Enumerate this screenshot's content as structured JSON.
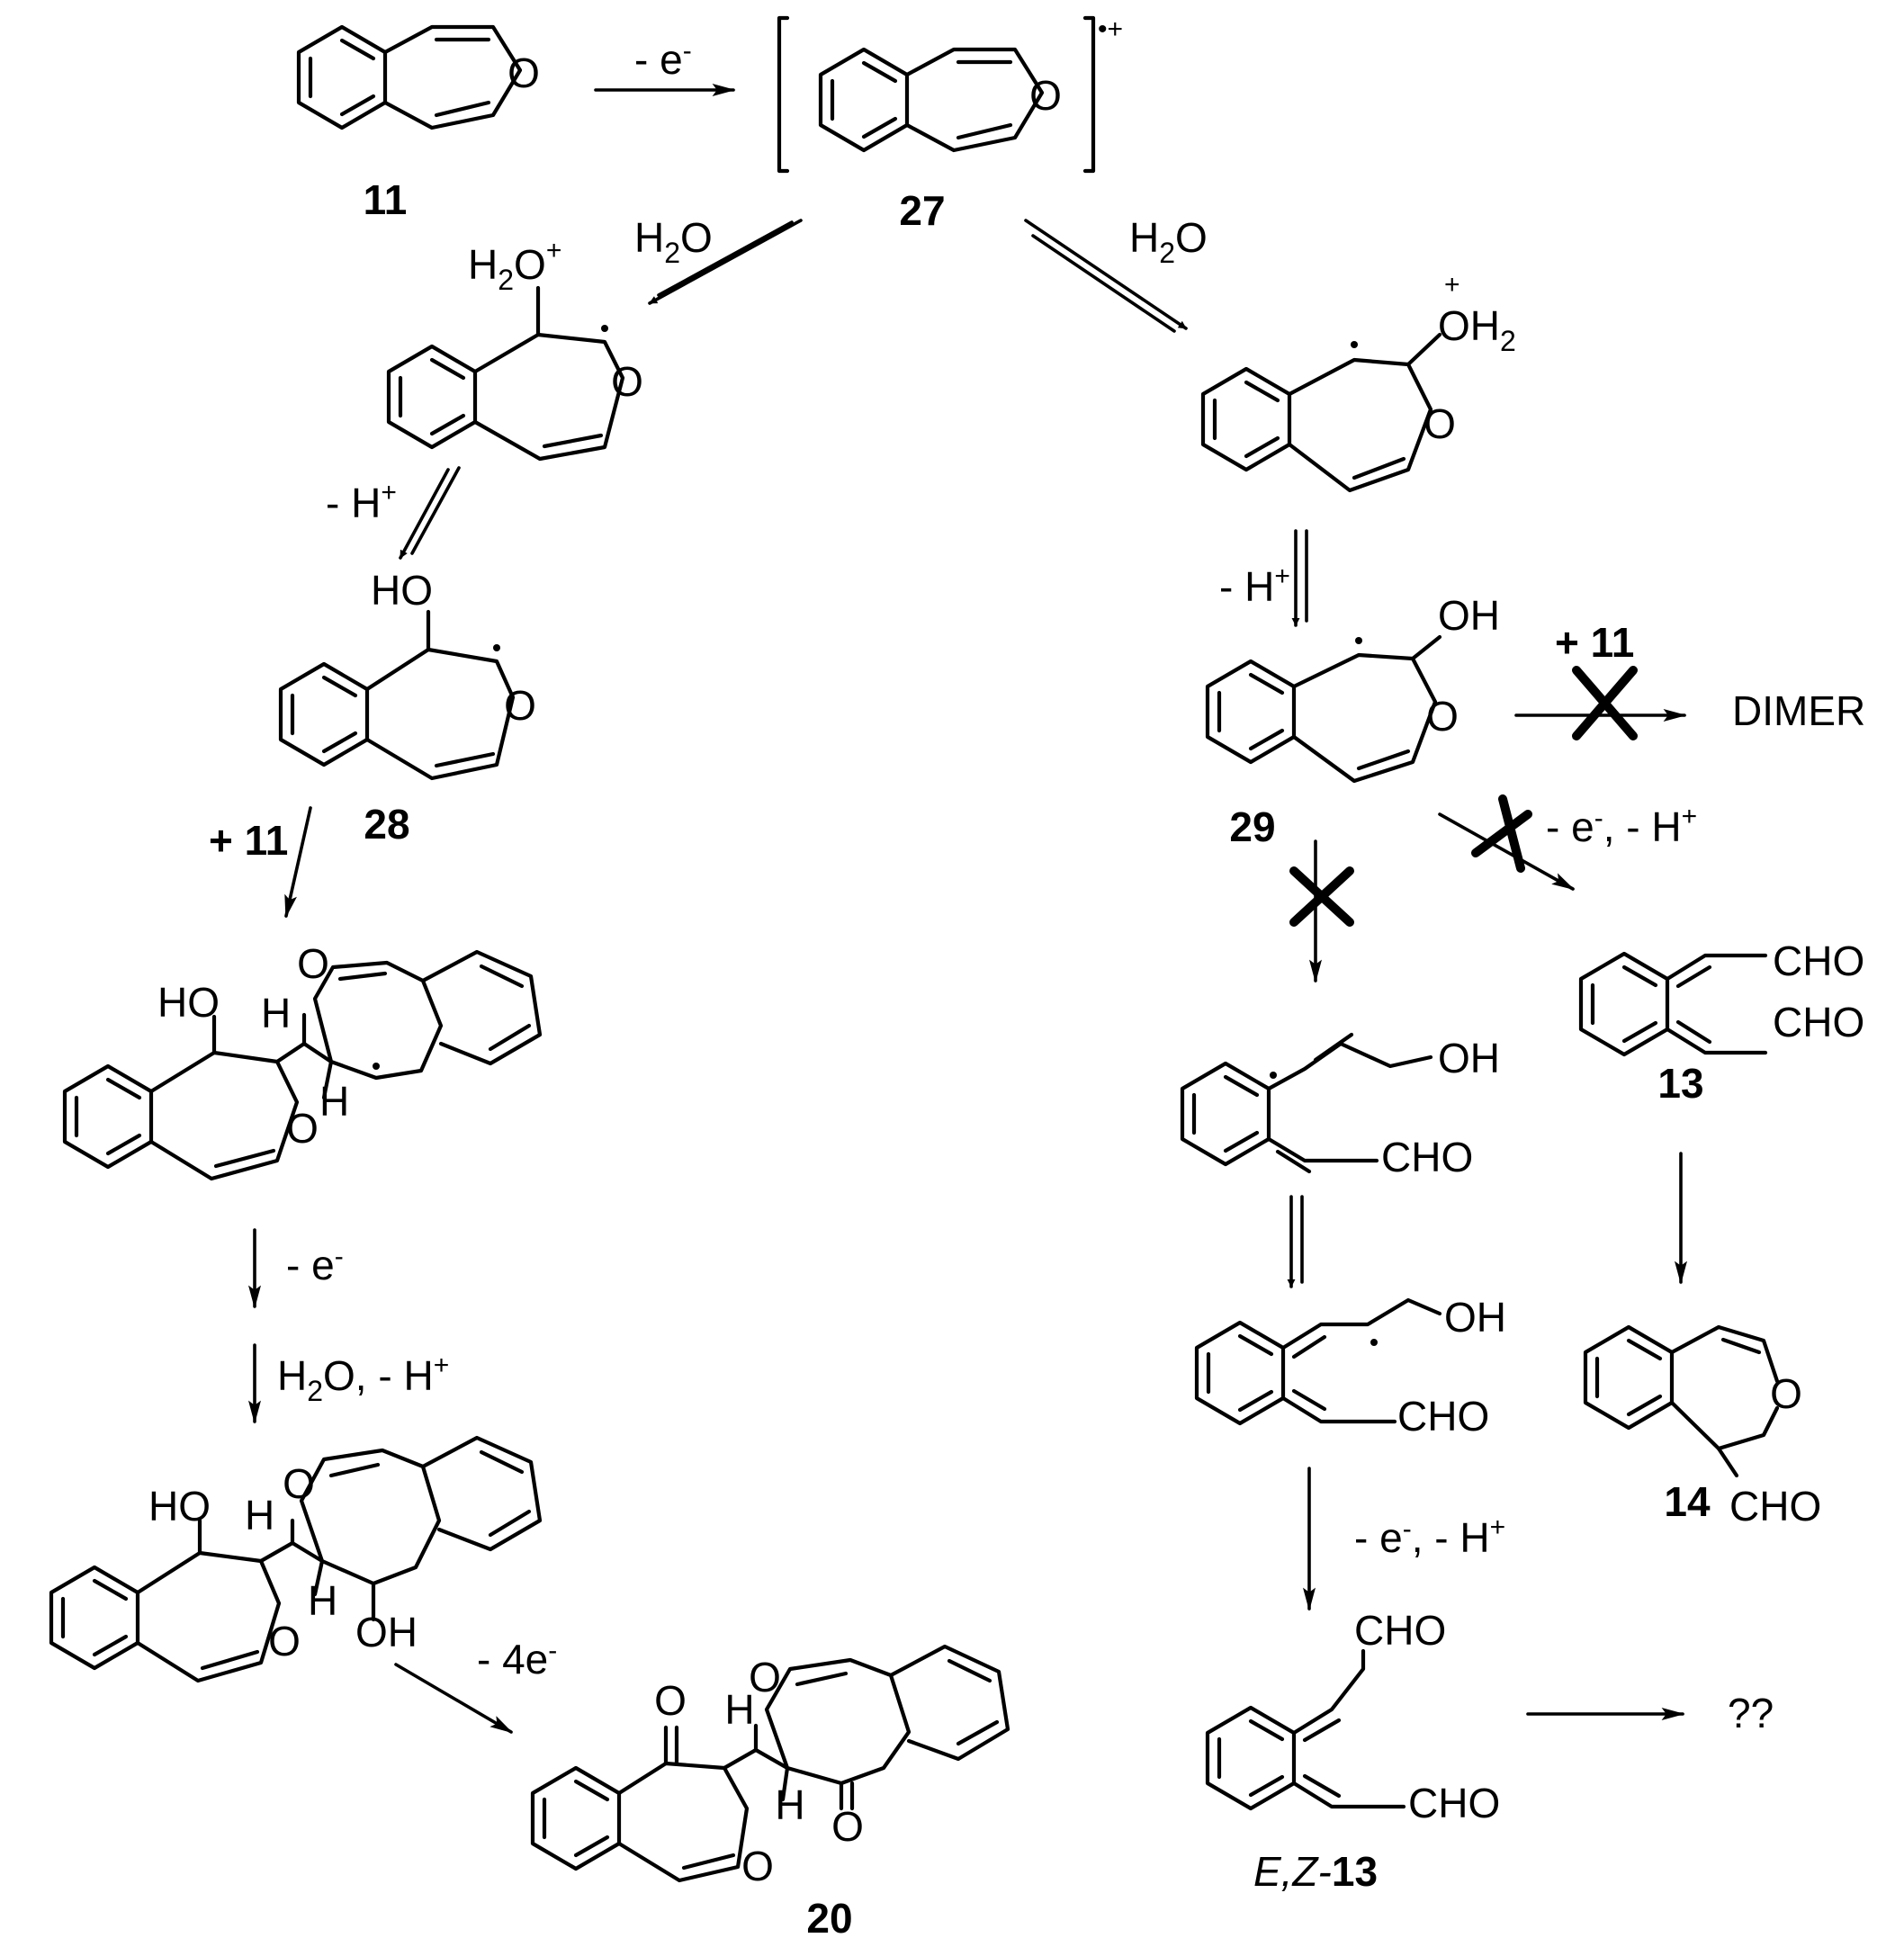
{
  "compounds": {
    "c11": "11",
    "c27": "27",
    "c28": "28",
    "c29": "29",
    "c13": "13",
    "c14": "14",
    "c20": "20",
    "ez_prefix": "E,Z-",
    "ez_num": "13"
  },
  "atoms": {
    "O": "O",
    "H": "H",
    "HO": "HO",
    "OH": "OH",
    "H2O_H": "H",
    "H2O_2": "2",
    "H2O_O": "O",
    "OH2_OH": "OH",
    "OH2_2": "2",
    "CHO": "CHO",
    "cation_sup": "•+",
    "plus_sup": "+"
  },
  "conditions": {
    "minus_e_text": "- e",
    "minus_e_sup": "-",
    "h2o_h": "H",
    "h2o_2": "2",
    "h2o_o": "O",
    "minus_hplus_text": "- H",
    "minus_hplus_sup": "+",
    "plus11_plus": "+ ",
    "plus11_num": "11",
    "h2o_mh_text": "O, - H",
    "minus_e_mh_1": "- e",
    "minus_e_mh_2": ", - H",
    "minus_4e_text": "- 4e",
    "blocked_e_h": "e",
    "blocked_e_h2": ", - H"
  },
  "products": {
    "dimer": "DIMER",
    "unknown": "??"
  }
}
